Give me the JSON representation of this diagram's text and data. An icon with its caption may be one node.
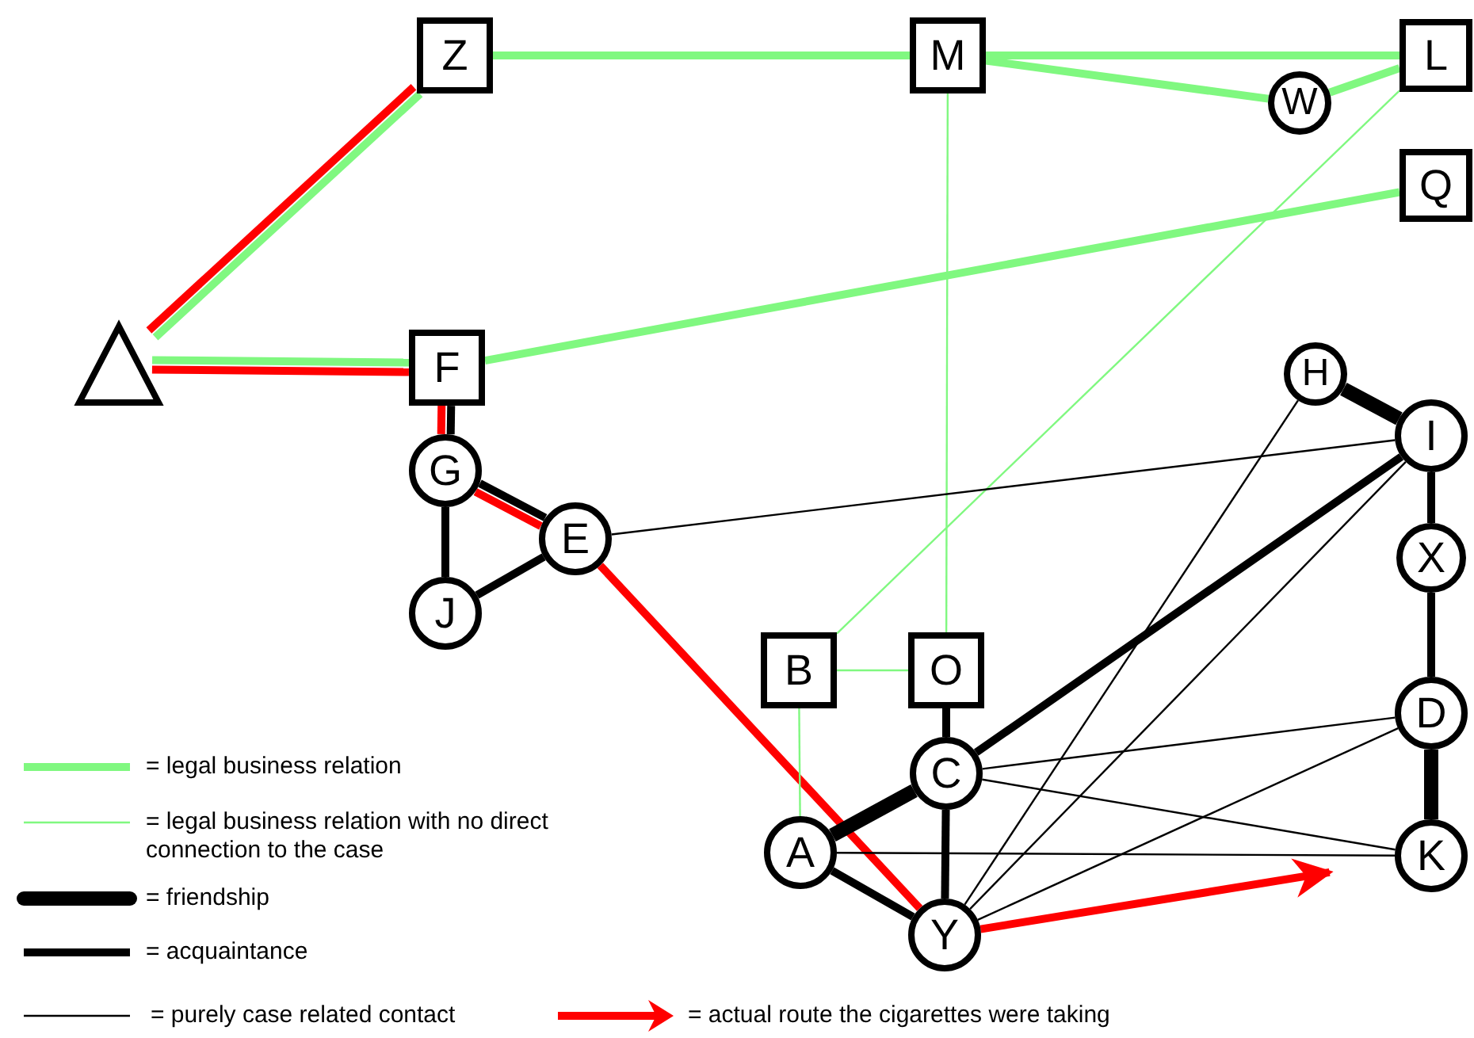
{
  "diagram": {
    "nodes": [
      {
        "text": [
          "Z"
        ]
      },
      {
        "text": [
          "M"
        ]
      },
      {
        "text": [
          "L"
        ]
      },
      {
        "text": [
          "W"
        ]
      },
      {
        "text": [
          "Q"
        ]
      },
      {
        "text": [],
        "shape": "triangle"
      },
      {
        "text": [
          "F"
        ]
      },
      {
        "text": [
          "H"
        ]
      },
      {
        "text": [
          "I"
        ]
      },
      {
        "text": [
          "G"
        ]
      },
      {
        "text": [
          "E"
        ]
      },
      {
        "text": [
          "X"
        ]
      },
      {
        "text": [
          "J"
        ]
      },
      {
        "text": [
          "B"
        ]
      },
      {
        "text": [
          "O"
        ]
      },
      {
        "text": [
          "D"
        ]
      },
      {
        "text": [
          "C"
        ]
      },
      {
        "text": [
          "A"
        ]
      },
      {
        "text": [
          "K"
        ]
      },
      {
        "text": [
          "Y"
        ]
      }
    ],
    "edges": [
      {
        "from": 0,
        "to": 1,
        "arrow": "none",
        "color": "#80f880"
      },
      {
        "from": 1,
        "to": 2,
        "arrow": "none",
        "color": "#80f880"
      },
      {
        "from": 1,
        "to": 3,
        "arrow": "none",
        "color": "#80f880"
      },
      {
        "from": 3,
        "to": 2,
        "arrow": "none",
        "color": "#80f880"
      },
      {
        "from": 6,
        "to": 4,
        "arrow": "none",
        "color": "#80f880"
      },
      {
        "from": 5,
        "to": 0,
        "arrow": "none",
        "color": "#80f880"
      },
      {
        "from": 5,
        "to": 6,
        "arrow": "none",
        "color": "#80f880"
      },
      {
        "from": 5,
        "to": 0,
        "arrow": "none",
        "color": "#ff0000"
      },
      {
        "from": 5,
        "to": 6,
        "arrow": "none",
        "color": "#ff0000"
      },
      {
        "from": 6,
        "to": 9,
        "arrow": "none"
      },
      {
        "from": 6,
        "to": 9,
        "arrow": "none",
        "color": "#ff0000"
      },
      {
        "from": 9,
        "to": 10,
        "arrow": "none"
      },
      {
        "from": 9,
        "to": 10,
        "arrow": "none",
        "color": "#ff0000"
      },
      {
        "from": 10,
        "to": 19,
        "arrow": "none",
        "color": "#ff0000"
      },
      {
        "from": 19,
        "to": 18,
        "arrow": "to",
        "color": "#ff0000"
      },
      {
        "from": 1,
        "to": 14,
        "arrow": "none",
        "color": "#80f880"
      },
      {
        "from": 2,
        "to": 13,
        "arrow": "none",
        "color": "#80f880"
      },
      {
        "from": 13,
        "to": 14,
        "arrow": "none",
        "color": "#80f880"
      },
      {
        "from": 13,
        "to": 17,
        "arrow": "none",
        "color": "#80f880"
      },
      {
        "from": 9,
        "to": 12,
        "arrow": "none"
      },
      {
        "from": 12,
        "to": 10,
        "arrow": "none"
      },
      {
        "from": 7,
        "to": 8,
        "arrow": "none",
        "style": "thick"
      },
      {
        "from": 8,
        "to": 11,
        "arrow": "none"
      },
      {
        "from": 11,
        "to": 15,
        "arrow": "none"
      },
      {
        "from": 15,
        "to": 18,
        "arrow": "none",
        "style": "thick"
      },
      {
        "from": 14,
        "to": 16,
        "arrow": "none"
      },
      {
        "from": 17,
        "to": 16,
        "arrow": "none",
        "style": "thick"
      },
      {
        "from": 16,
        "to": 8,
        "arrow": "none"
      },
      {
        "from": 16,
        "to": 19,
        "arrow": "none"
      },
      {
        "from": 17,
        "to": 19,
        "arrow": "none"
      },
      {
        "from": 10,
        "to": 8,
        "arrow": "none"
      },
      {
        "from": 19,
        "to": 7,
        "arrow": "none"
      },
      {
        "from": 19,
        "to": 8,
        "arrow": "none"
      },
      {
        "from": 19,
        "to": 15,
        "arrow": "none"
      },
      {
        "from": 16,
        "to": 15,
        "arrow": "none"
      },
      {
        "from": 16,
        "to": 18,
        "arrow": "none"
      },
      {
        "from": 17,
        "to": 18,
        "arrow": "none"
      }
    ],
    "legend": [
      {
        "text": "= legal business relation"
      },
      {
        "text": "= legal business relation with no direct connection to the case"
      },
      {
        "text": "= friendship"
      },
      {
        "text": "= acquaintance"
      },
      {
        "text": "= purely case related contact"
      },
      {
        "text": "= actual route the cigarettes were taking"
      }
    ]
  }
}
